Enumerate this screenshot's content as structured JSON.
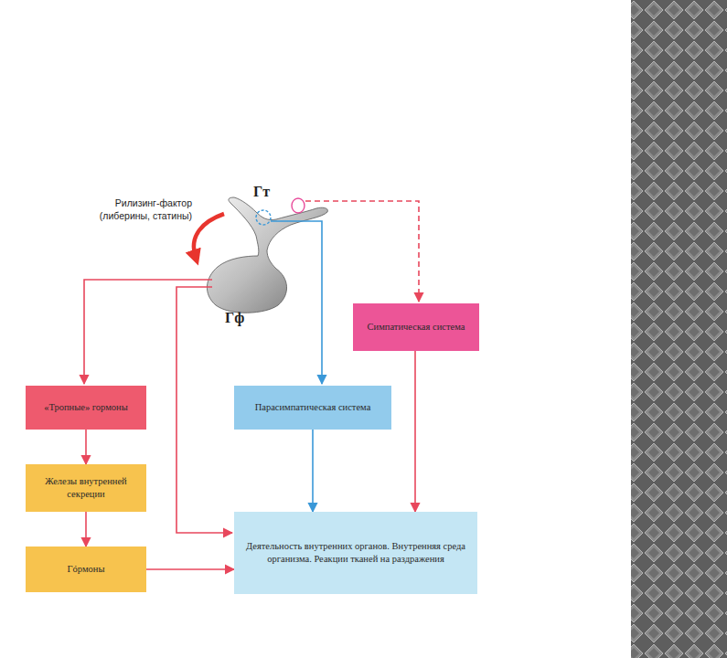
{
  "diagram": {
    "nodes": [
      {
        "text": [
          "«Тропные» гормоны"
        ]
      },
      {
        "text": [
          "Железы внутренней секреции"
        ]
      },
      {
        "text": [
          "Гóрмоны"
        ]
      },
      {
        "text": [
          "Парасимпатическая система"
        ]
      },
      {
        "text": [
          "Симпатическая система"
        ]
      },
      {
        "text": [
          "Деятельность внутренних органов. Внутренняя среда организма. Реакции тканей на раздражения"
        ]
      }
    ],
    "edges": [
      {
        "from": 0,
        "to": 1,
        "arrow": "to"
      },
      {
        "from": 1,
        "to": 2,
        "arrow": "to"
      },
      {
        "from": 2,
        "to": 5,
        "arrow": "to"
      },
      {
        "from": 3,
        "to": 5,
        "arrow": "to"
      },
      {
        "from": 4,
        "to": 5,
        "arrow": "to"
      }
    ],
    "labels": [
      "Гт",
      "Рилизинг-фактор (либерины, статины)",
      "Гф"
    ]
  }
}
